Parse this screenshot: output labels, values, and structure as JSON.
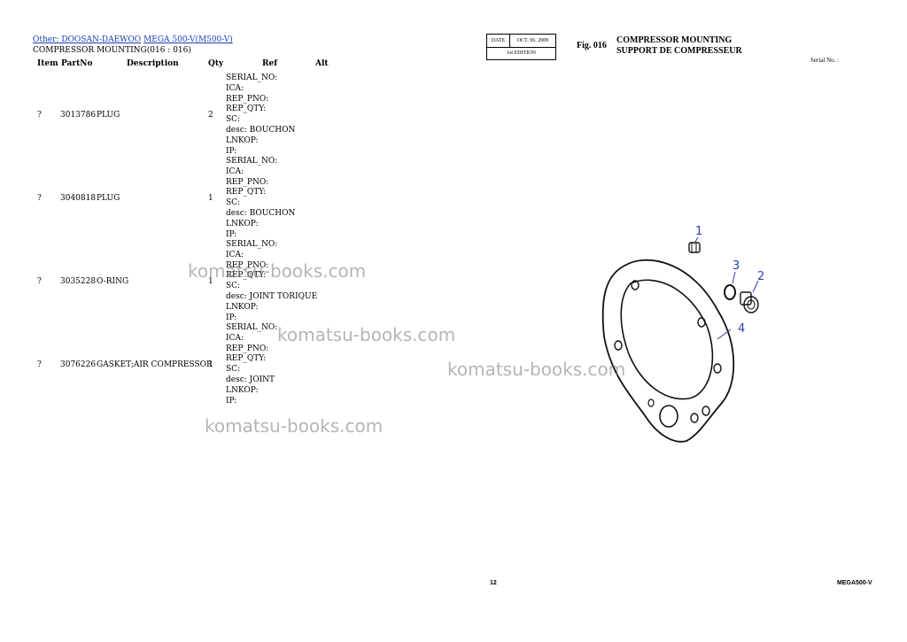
{
  "breadcrumb": {
    "link1": "Other: DOOSAN-DAEWOO",
    "link2": "MEGA 500-V(M500-V)"
  },
  "subtitle": "COMPRESSOR MOUNTING(016 : 016)",
  "columns": {
    "item": "Item",
    "partno": "PartNo",
    "description": "Description",
    "qty": "Qty",
    "ref": "Ref",
    "alt": "Alt"
  },
  "rows": [
    {
      "item": "?",
      "partno": "3013786",
      "description": "PLUG",
      "qty": "2",
      "ref": [
        "SERIAL_NO:",
        "ICA:",
        "REP_PNO:",
        "REP_QTY:",
        "SC:",
        "desc: BOUCHON",
        "LNKOP:",
        "IP:"
      ]
    },
    {
      "item": "?",
      "partno": "3040818",
      "description": "PLUG",
      "qty": "1",
      "ref": [
        "SERIAL_NO:",
        "ICA:",
        "REP_PNO:",
        "REP_QTY:",
        "SC:",
        "desc: BOUCHON",
        "LNKOP:",
        "IP:"
      ]
    },
    {
      "item": "?",
      "partno": "3035228",
      "description": "O-RING",
      "qty": "1",
      "ref": [
        "SERIAL_NO:",
        "ICA:",
        "REP_PNO:",
        "REP_QTY:",
        "SC:",
        "desc: JOINT TORIQUE",
        "LNKOP:",
        "IP:"
      ]
    },
    {
      "item": "?",
      "partno": "3076226",
      "description": "GASKET;AIR COMPRESSOR",
      "qty": "1",
      "ref": [
        "SERIAL_NO:",
        "ICA:",
        "REP_PNO:",
        "REP_QTY:",
        "SC:",
        "desc: JOINT",
        "LNKOP:",
        "IP:"
      ]
    }
  ],
  "watermark": "komatsu-books.com",
  "drawing_sheet": {
    "date_label": "DATE",
    "date_value": "OCT. 06. 2009",
    "edition": "1st EDITION",
    "fig": "Fig. 016",
    "title_en": "COMPRESSOR MOUNTING",
    "title_fr": "SUPPORT DE COMPRESSEUR",
    "serial": "Serial No. :",
    "page_number": "12",
    "model": "MEGA500-V",
    "callouts": [
      "1",
      "2",
      "3",
      "4"
    ]
  }
}
